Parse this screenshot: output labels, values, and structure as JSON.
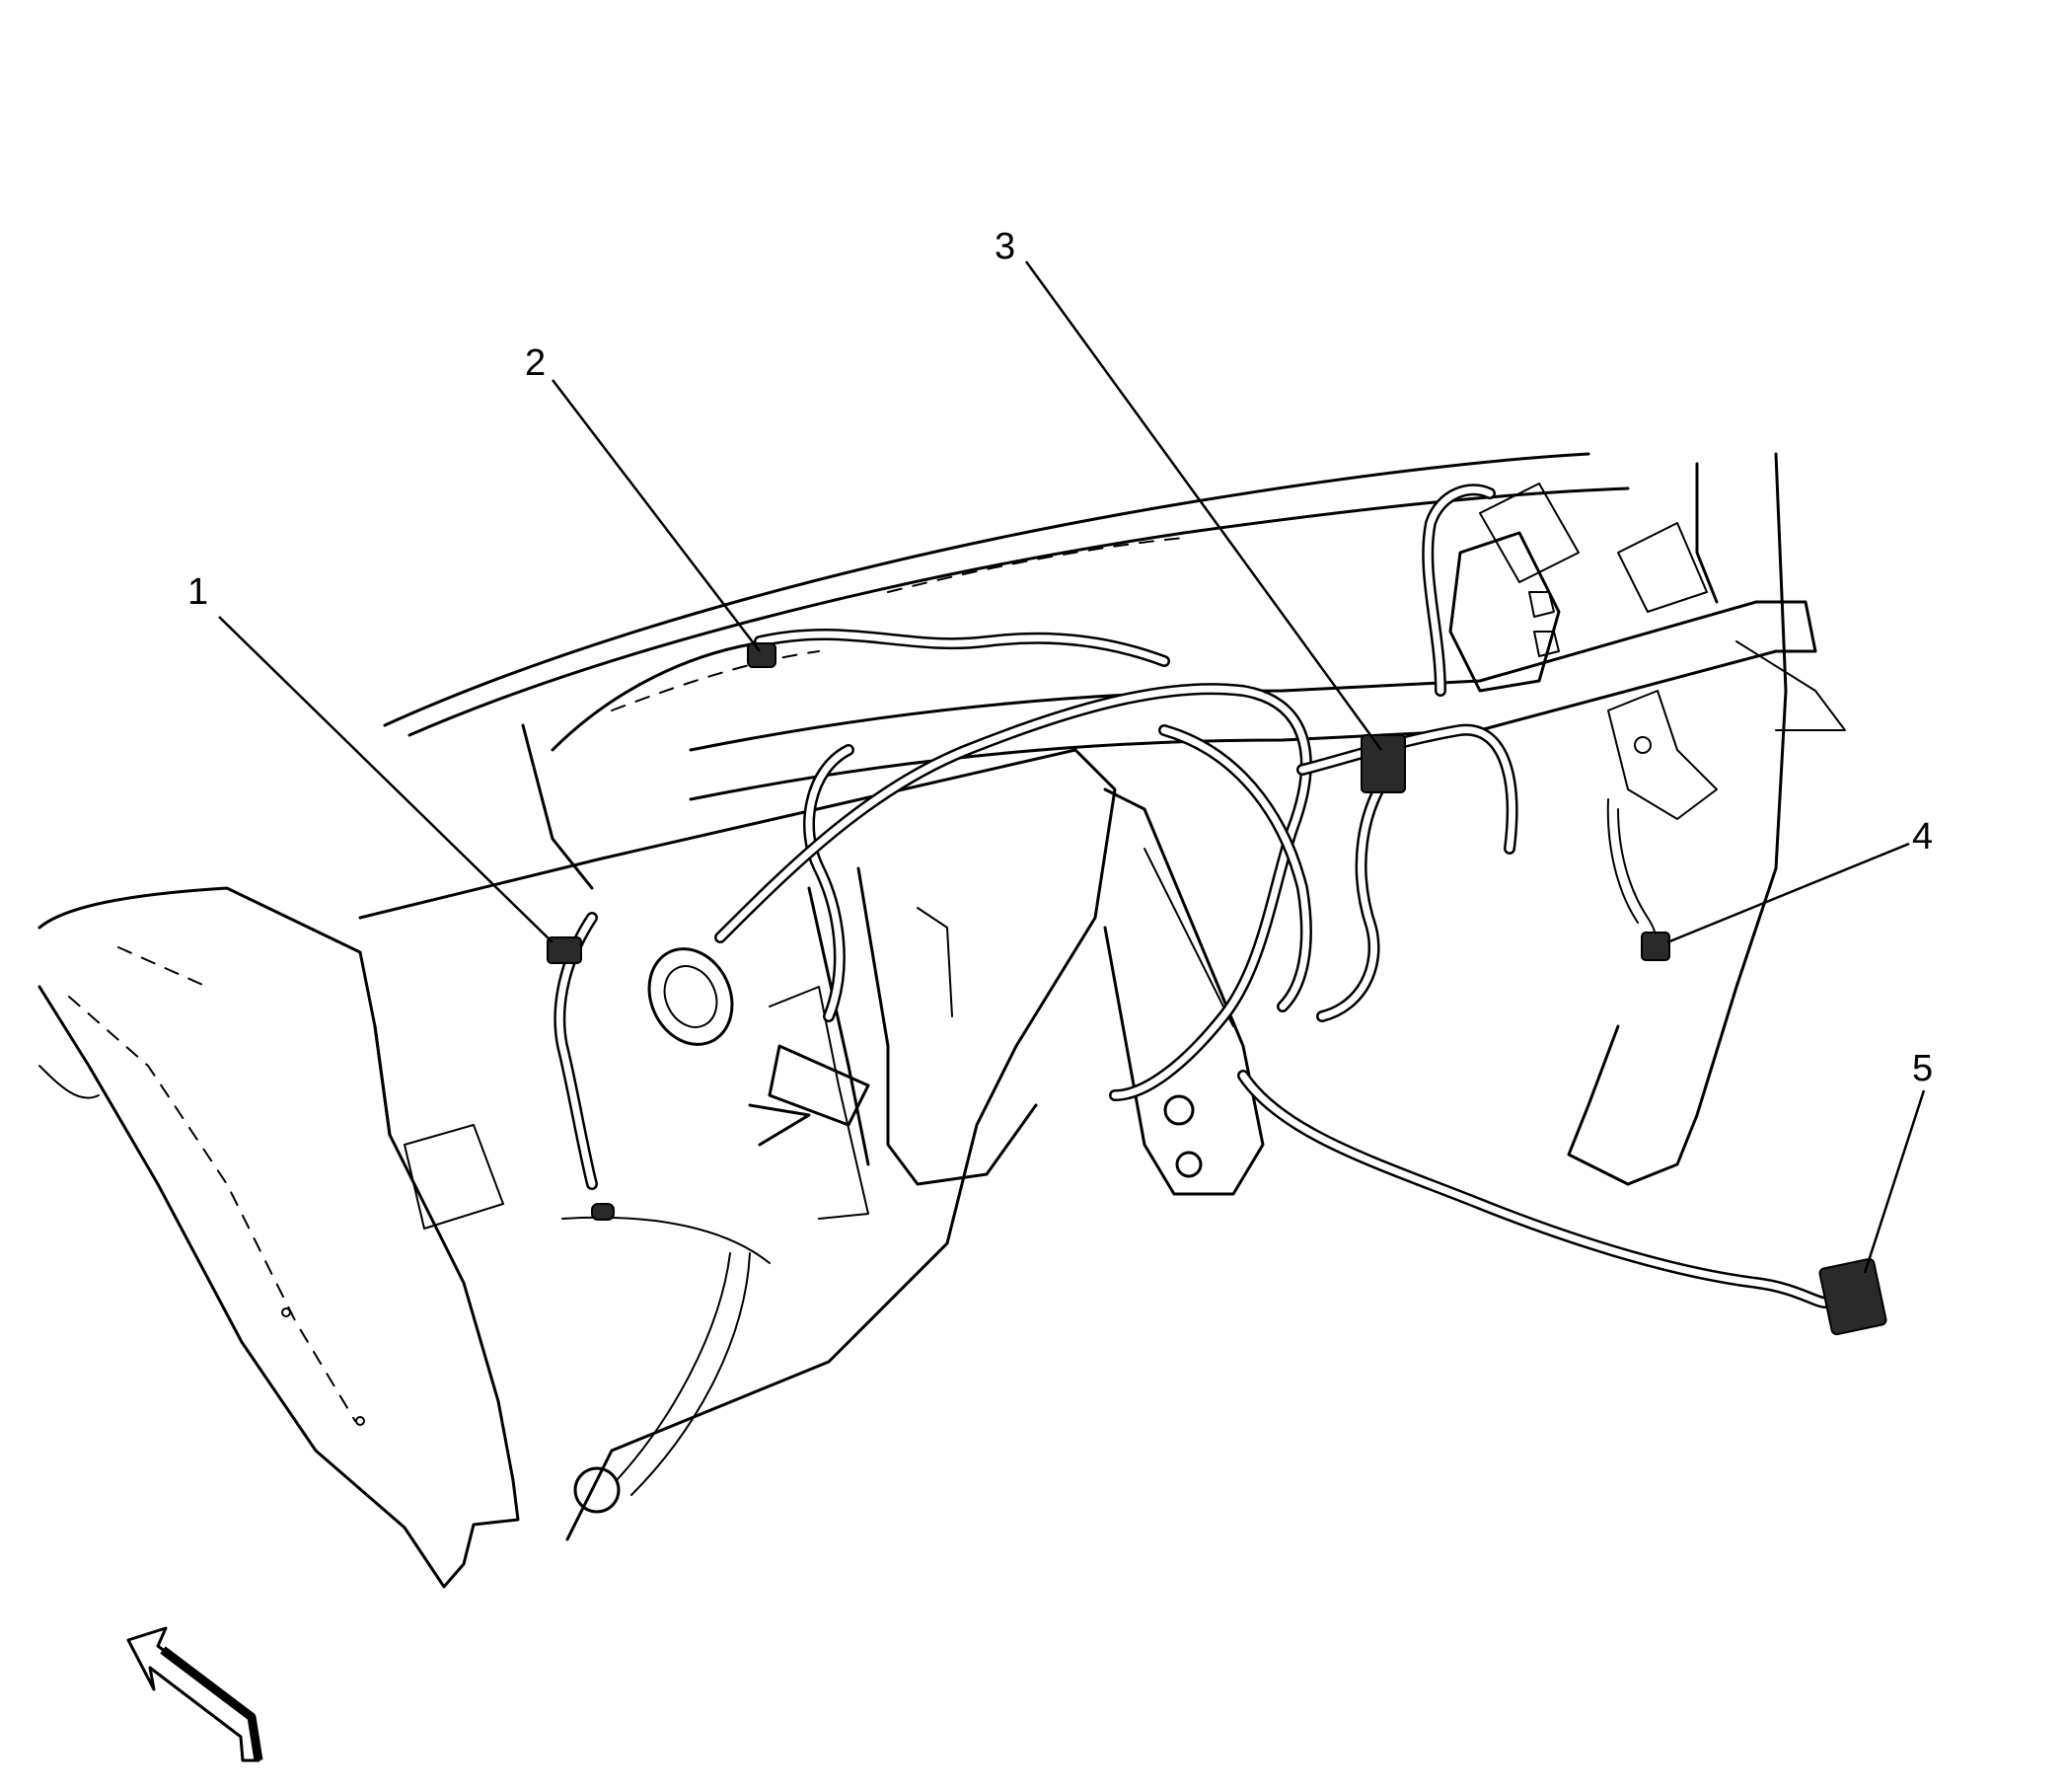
{
  "callouts": [
    {
      "label": "1"
    },
    {
      "label": "2"
    },
    {
      "label": "3"
    },
    {
      "label": "4"
    },
    {
      "label": "5"
    }
  ],
  "icons": {
    "direction_arrow": "arrow-icon"
  }
}
